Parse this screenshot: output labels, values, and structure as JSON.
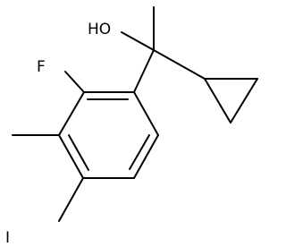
{
  "molecule": {
    "atoms": {
      "hydroxyl": "HO",
      "fluorine": "F",
      "iodine": "I"
    },
    "colors": {
      "bond": "#000000",
      "label": "#000000",
      "background": "#ffffff"
    }
  }
}
